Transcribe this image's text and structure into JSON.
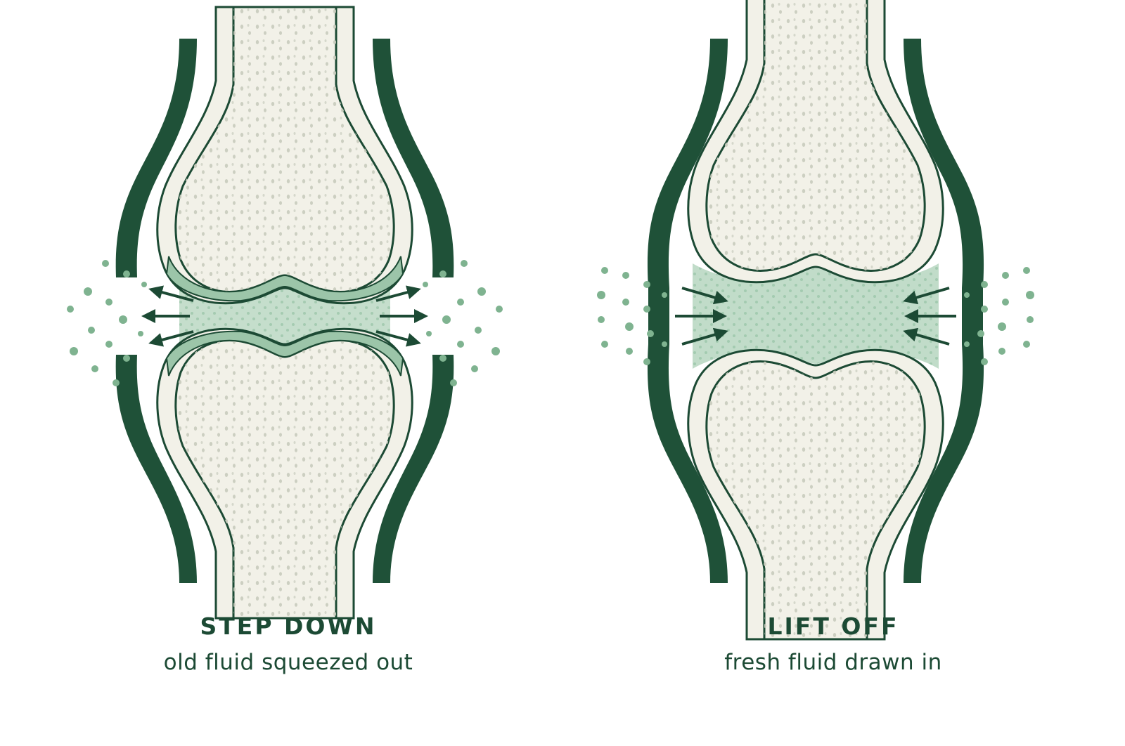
{
  "panels": [
    {
      "title": "STEP DOWN",
      "subtitle": "old fluid squeezed out",
      "flow": "out"
    },
    {
      "title": "LIFT OFF",
      "subtitle": "fresh fluid drawn in",
      "flow": "in"
    }
  ],
  "colors": {
    "background": "#ffffff",
    "bone": "#f2f1e8",
    "outline": "#1c4a34",
    "capsule": "#1f5138",
    "cartilage": "#9cc5a9",
    "fluid": "#b6d6bf",
    "droplet": "#7fb390",
    "pore": "#c8cbbd"
  }
}
